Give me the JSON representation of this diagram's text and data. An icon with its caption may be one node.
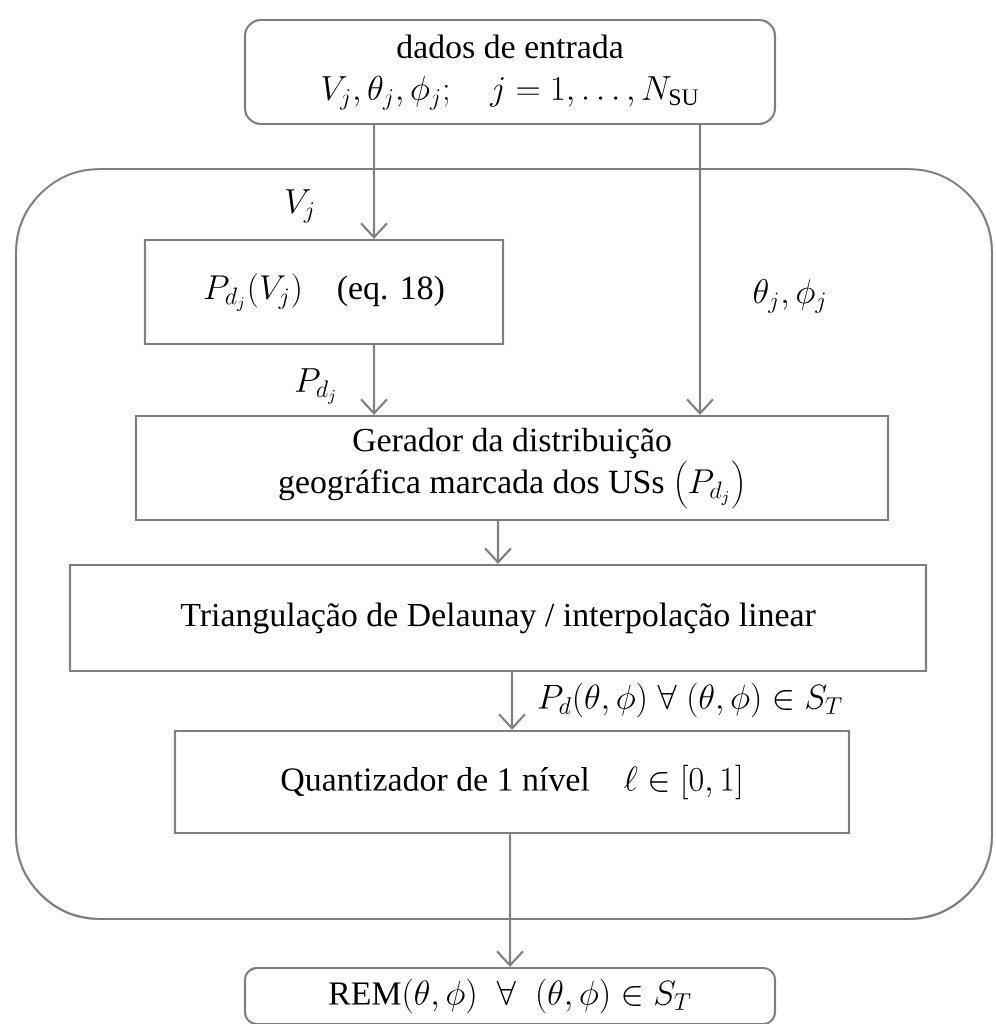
{
  "diagram": {
    "nodes": [
      {
        "text": [
          "dados de entrada",
          "V_j, \\theta_j, \\phi_j;\\quad j = 1, \\ldots, N_{\\mathrm{SU}}"
        ]
      },
      {
        "text": [],
        "shape": "box"
      },
      {
        "text": [
          "P_{d_j}(V_j)\\quad\\mbox{(eq. 18)}"
        ],
        "in": 1
      },
      {
        "text": [
          "Gerador da distribuição geográfica marcada dos USs",
          "\\left(P_{d_j}\\right)"
        ],
        "in": 1
      },
      {
        "text": [
          "Triangulação de Delaunay / interpolação linear"
        ],
        "in": 1
      },
      {
        "text": [
          "Quantizador de 1 nível",
          "\\ell \\in [0, 1]"
        ],
        "in": 1
      },
      {
        "text": [
          "\\mathrm{REM}(\\theta, \\phi)\\;\\;\\forall\\;\\;(\\theta, \\phi) \\in S_T"
        ]
      }
    ],
    "edges": [
      {
        "from": 0,
        "to": 2,
        "arrow": "to",
        "label": "V_j"
      },
      {
        "from": 0,
        "to": 3,
        "arrow": "to",
        "label": "\\theta_j, \\phi_j"
      },
      {
        "from": 2,
        "to": 3,
        "arrow": "to",
        "label": "P_{d_j}"
      },
      {
        "from": 3,
        "to": 4,
        "arrow": "to"
      },
      {
        "from": 4,
        "to": 5,
        "arrow": "to",
        "label": "P_d(\\theta, \\phi)\\;\\forall\\;(\\theta, \\phi) \\in S_T"
      },
      {
        "from": 5,
        "to": 6,
        "arrow": "to"
      }
    ]
  }
}
